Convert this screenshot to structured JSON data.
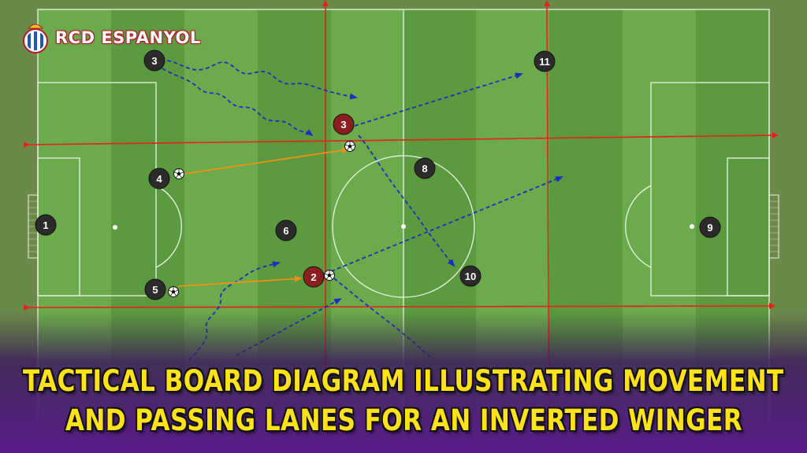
{
  "brand": {
    "name": "RCD ESPANYOL",
    "logo_icon": "espanyol-crest-icon"
  },
  "caption": {
    "line1": "TACTICAL BOARD DIAGRAM ILLUSTRATING MOVEMENT",
    "line2": "AND PASSING LANES FOR AN INVERTED WINGER"
  },
  "colors": {
    "pitch_light": "#6bab4c",
    "pitch_dark": "#5c9a40",
    "team_player": "#2b2b2b",
    "opponent_player": "#8b1e1e",
    "zone_line": "#e8211a",
    "pass_arrow": "#f09118",
    "run_arrow": "#1a2fbf",
    "caption_text": "#ffe21a",
    "band_purple": "#5a1a8c"
  },
  "players": [
    {
      "number": "1",
      "team": "home"
    },
    {
      "number": "3",
      "team": "home"
    },
    {
      "number": "4",
      "team": "home"
    },
    {
      "number": "5",
      "team": "home"
    },
    {
      "number": "6",
      "team": "home"
    },
    {
      "number": "8",
      "team": "home"
    },
    {
      "number": "9",
      "team": "home"
    },
    {
      "number": "10",
      "team": "home"
    },
    {
      "number": "11",
      "team": "home"
    },
    {
      "number": "3",
      "team": "opponent"
    },
    {
      "number": "2",
      "team": "opponent"
    }
  ]
}
